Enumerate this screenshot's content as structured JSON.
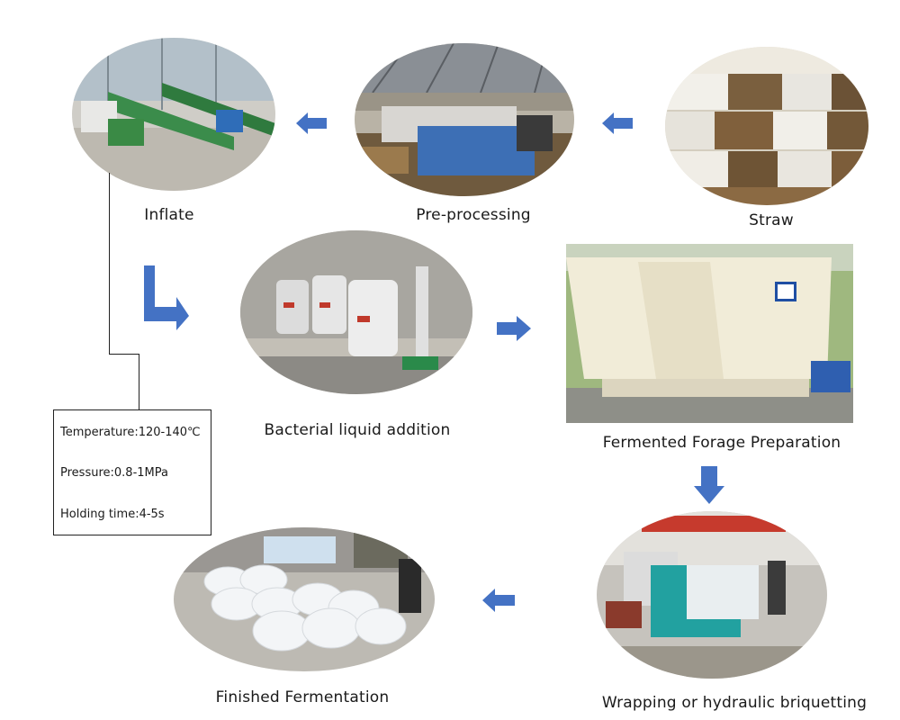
{
  "steps": {
    "straw": {
      "label": "Straw"
    },
    "preprocessing": {
      "label": "Pre-processing"
    },
    "inflate": {
      "label": "Inflate"
    },
    "bacterial": {
      "label": "Bacterial liquid addition"
    },
    "fermented_prep": {
      "label": "Fermented Forage Preparation"
    },
    "wrapping": {
      "label": "Wrapping or hydraulic briquetting"
    },
    "finished": {
      "label": "Finished Fermentation"
    }
  },
  "parameters": {
    "temperature": "Temperature:120-140℃",
    "pressure": "Pressure:0.8-1MPa",
    "holding_time": "Holding time:4-5s"
  },
  "colors": {
    "arrow": "#4472c4",
    "border": "#222222"
  }
}
